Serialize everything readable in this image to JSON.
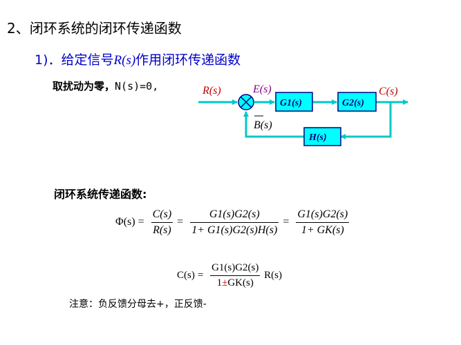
{
  "heading": "2、闭环系统的闭环传递函数",
  "subheading": {
    "prefix": "1)．给定信号",
    "signal": "R(s)",
    "suffix": "作用闭环传递函数"
  },
  "condition": {
    "text": "取扰动为零，",
    "expr": "N(s)=0,"
  },
  "diagram": {
    "input_label": "R(s)",
    "error_label": "E(s)",
    "g1_label": "G1(s)",
    "g2_label": "G2(s)",
    "output_label": "C(s)",
    "feedback_block_label": "H(s)",
    "feedback_signal_label": "B(s)",
    "colors": {
      "block_fill": "#00ffff",
      "line": "#00c8c8",
      "signal_label": "#c00000",
      "error_label": "#800080",
      "text": "#000080"
    }
  },
  "closed_loop_title": "闭环系统传递函数:",
  "formula1": {
    "lhs": "Φ(s)",
    "f1_num": "C(s)",
    "f1_den": "R(s)",
    "f2_num": "G1(s)G2(s)",
    "f2_den": "1+ G1(s)G2(s)H(s)",
    "f3_num": "G1(s)G2(s)",
    "f3_den": "1+ GK(s)"
  },
  "formula2": {
    "lhs": "C(s)",
    "num": "G1(s)G2(s)",
    "den_pre": "1",
    "pm": "±",
    "den_post": "GK(s)",
    "rhs": "R(s)"
  },
  "note": "注意：负反馈分母去+，正反馈-"
}
